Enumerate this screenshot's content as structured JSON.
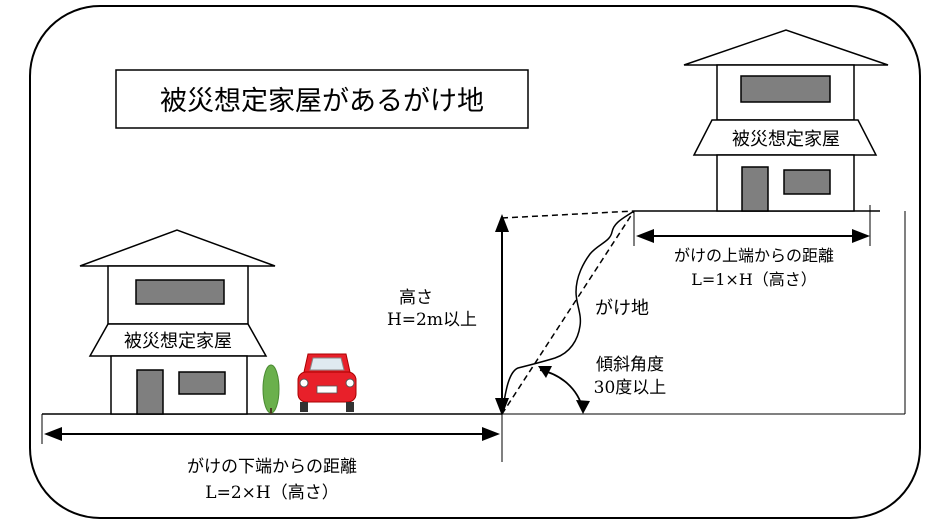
{
  "title": "被災想定家屋があるがけ地",
  "house_left_label": "被災想定家屋",
  "house_right_label": "被災想定家屋",
  "height_label": {
    "line1": "高さ",
    "line2": "H=2m以上"
  },
  "cliff_label": "がけ地",
  "angle_label": {
    "line1": "傾斜角度",
    "line2": "30度以上"
  },
  "upper_distance": {
    "line1": "がけの上端からの距離",
    "line2": "L=1×H（高さ）"
  },
  "lower_distance": {
    "line1": "がけの下端からの距離",
    "line2": "L=2×H（高さ）"
  },
  "colors": {
    "line": "#000000",
    "house_fill": "#ffffff",
    "window_fill": "#7f7f7f",
    "car_body": "#e8202a",
    "tree": "#6ab04c"
  }
}
